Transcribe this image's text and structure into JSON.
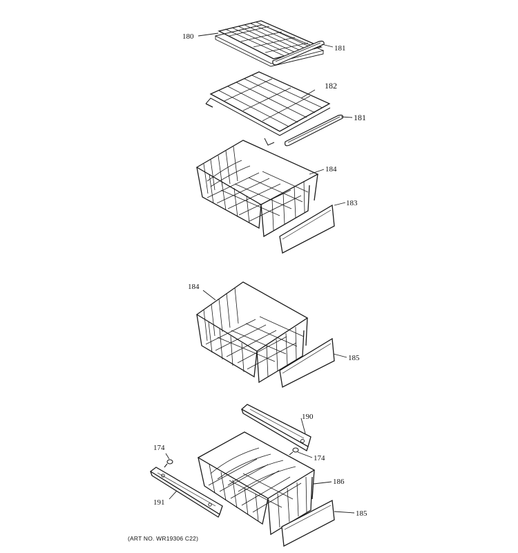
{
  "diagram": {
    "callouts": [
      {
        "id": "rack-top",
        "text": "180"
      },
      {
        "id": "trim-top",
        "text": "181"
      },
      {
        "id": "shelf-wire",
        "text": "182"
      },
      {
        "id": "trim-middle",
        "text": "181"
      },
      {
        "id": "basket-upper",
        "text": "184"
      },
      {
        "id": "cover-upper",
        "text": "183"
      },
      {
        "id": "basket-middle",
        "text": "184"
      },
      {
        "id": "cover-middle",
        "text": "185"
      },
      {
        "id": "slide-rail",
        "text": "190"
      },
      {
        "id": "screw-left",
        "text": "174"
      },
      {
        "id": "screw-right",
        "text": "174"
      },
      {
        "id": "basket-lower",
        "text": "186"
      },
      {
        "id": "bracket-left",
        "text": "191"
      },
      {
        "id": "cover-lower",
        "text": "185"
      }
    ],
    "art_number": "(ART NO. WR19306 C22)",
    "colors": {
      "line": "#1a1a1a",
      "background": "#ffffff"
    }
  }
}
